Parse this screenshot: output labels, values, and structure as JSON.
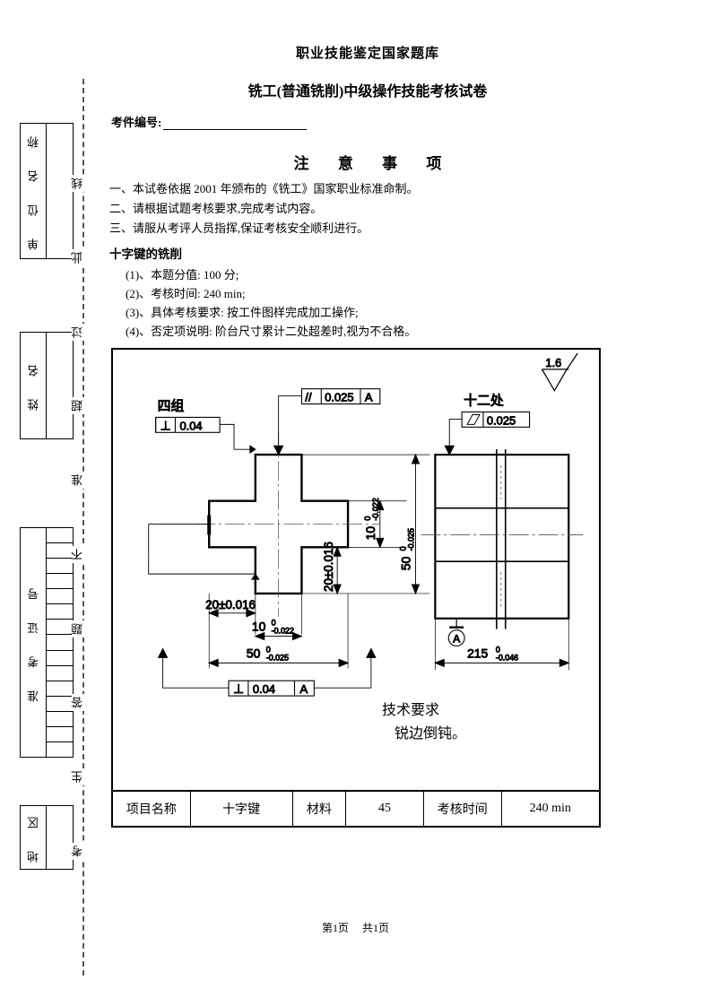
{
  "header": {
    "org_title": "职业技能鉴定国家题库",
    "paper_title": "铣工(普通铣削)中级操作技能考核试卷",
    "exam_no_label": "考件编号:"
  },
  "notice": {
    "title": "注 意 事 项",
    "items": [
      "一、本试卷依据 2001 年颁布的《铣工》国家职业标准命制。",
      "二、请根据试题考核要求,完成考试内容。",
      "三、请服从考评人员指挥,保证考核安全顺利进行。"
    ]
  },
  "task": {
    "title": "十字键的铣削",
    "requirements": [
      "(1)、本题分值: 100 分;",
      "(2)、考核时间: 240 min;",
      "(3)、具体考核要求: 按工件图样完成加工操作;",
      "(4)、否定项说明: 阶台尺寸累计二处超差时,视为不合格。"
    ]
  },
  "sidebar": {
    "boxes": [
      {
        "label": "单 位 名 称",
        "type": "plain"
      },
      {
        "label": "姓 名",
        "type": "plain"
      },
      {
        "label": "准 考 证 号",
        "type": "grid",
        "cell_count": 15
      },
      {
        "label": "地 区",
        "type": "plain"
      }
    ],
    "dash_line_text": [
      "线",
      "此",
      "过",
      "超",
      "准",
      "不",
      "题",
      "答",
      "生",
      "考"
    ]
  },
  "drawing": {
    "surface_finish": "1.6",
    "front_view": {
      "note_four_groups": "四组",
      "gdt_perpendicular_top": {
        "symbol": "⊥",
        "tol": "0.04"
      },
      "gdt_parallel": {
        "symbol": "//",
        "tol": "0.025",
        "datum": "A"
      },
      "gdt_perpendicular_bottom": {
        "symbol": "⊥",
        "tol": "0.04",
        "datum": "A"
      },
      "dim_height_small": {
        "nominal": "10",
        "upper": "0",
        "lower": "0.022"
      },
      "dim_height_mid": {
        "nominal": "20",
        "tol": "±0.016"
      },
      "dim_height_total": {
        "nominal": "50",
        "upper": "0",
        "lower": "0.025"
      },
      "dim_width_left": {
        "nominal": "20",
        "tol": "±0.016"
      },
      "dim_width_slot": {
        "nominal": "10",
        "upper": "0",
        "lower": "0.022"
      },
      "dim_width_total": {
        "nominal": "50",
        "upper": "0",
        "lower": "0.025"
      }
    },
    "side_view": {
      "note_twelve_places": "十二处",
      "gdt_symmetry": {
        "symbol": "⟋",
        "tol": "0.025"
      },
      "datum_label": "A",
      "dim_length": {
        "nominal": "215",
        "upper": "0",
        "lower": "0.046"
      }
    },
    "tech_requirements": {
      "title": "技术要求",
      "line1": "锐边倒钝。"
    },
    "title_block": {
      "name_label": "项目名称",
      "name_value": "十字键",
      "material_label": "材料",
      "material_value": "45",
      "time_label": "考核时间",
      "time_value": "240 min"
    }
  },
  "footer": {
    "page_current": "第1页",
    "page_total": "共1页"
  }
}
